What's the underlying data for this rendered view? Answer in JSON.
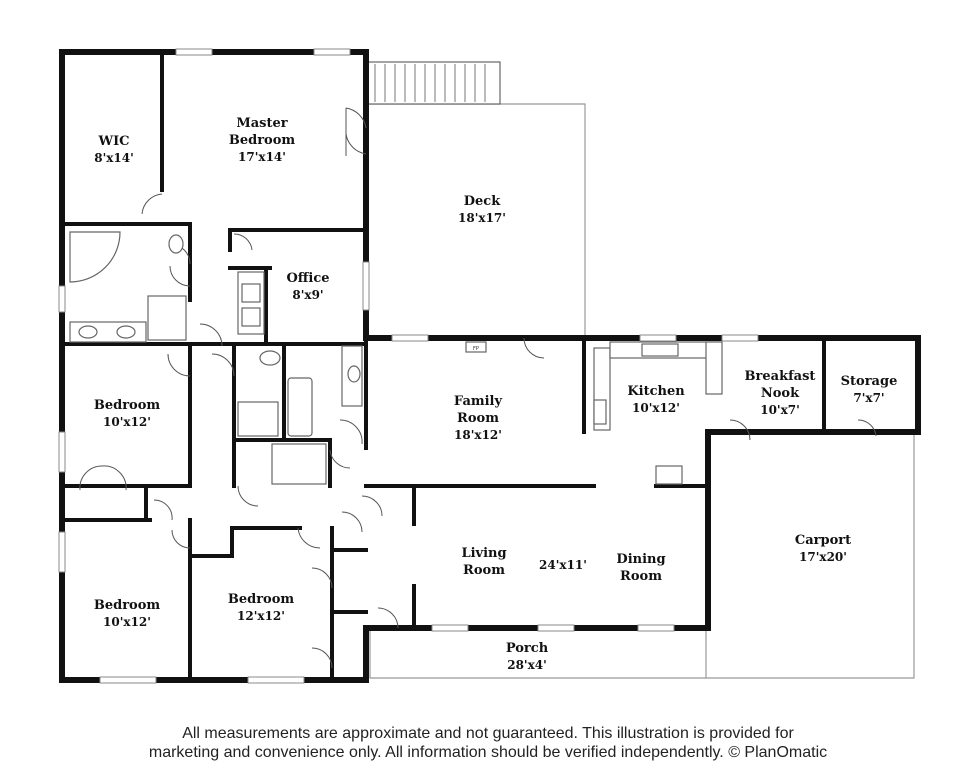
{
  "rooms": {
    "wic": {
      "name": "WIC",
      "dims": "8'x14'"
    },
    "master": {
      "name1": "Master",
      "name2": "Bedroom",
      "dims": "17'x14'"
    },
    "deck": {
      "name": "Deck",
      "dims": "18'x17'"
    },
    "office": {
      "name": "Office",
      "dims": "8'x9'"
    },
    "bedroom1": {
      "name": "Bedroom",
      "dims": "10'x12'"
    },
    "bedroom2": {
      "name": "Bedroom",
      "dims": "10'x12'"
    },
    "bedroom3": {
      "name": "Bedroom",
      "dims": "12'x12'"
    },
    "family": {
      "name1": "Family",
      "name2": "Room",
      "dims": "18'x12'"
    },
    "kitchen": {
      "name": "Kitchen",
      "dims": "10'x12'"
    },
    "nook": {
      "name1": "Breakfast",
      "name2": "Nook",
      "dims": "10'x7'"
    },
    "storage": {
      "name": "Storage",
      "dims": "7'x7'"
    },
    "living": {
      "name1": "Living",
      "name2": "Room"
    },
    "living_dining_dims": "24'x11'",
    "dining": {
      "name1": "Dining",
      "name2": "Room"
    },
    "carport": {
      "name": "Carport",
      "dims": "17'x20'"
    },
    "porch": {
      "name": "Porch",
      "dims": "28'x4'"
    }
  },
  "fireplace_label": "FP",
  "disclaimer": {
    "line1": "All measurements are approximate and not guaranteed. This illustration is provided for",
    "line2": "marketing and convenience only. All information should be verified independently. © PlanOmatic"
  }
}
